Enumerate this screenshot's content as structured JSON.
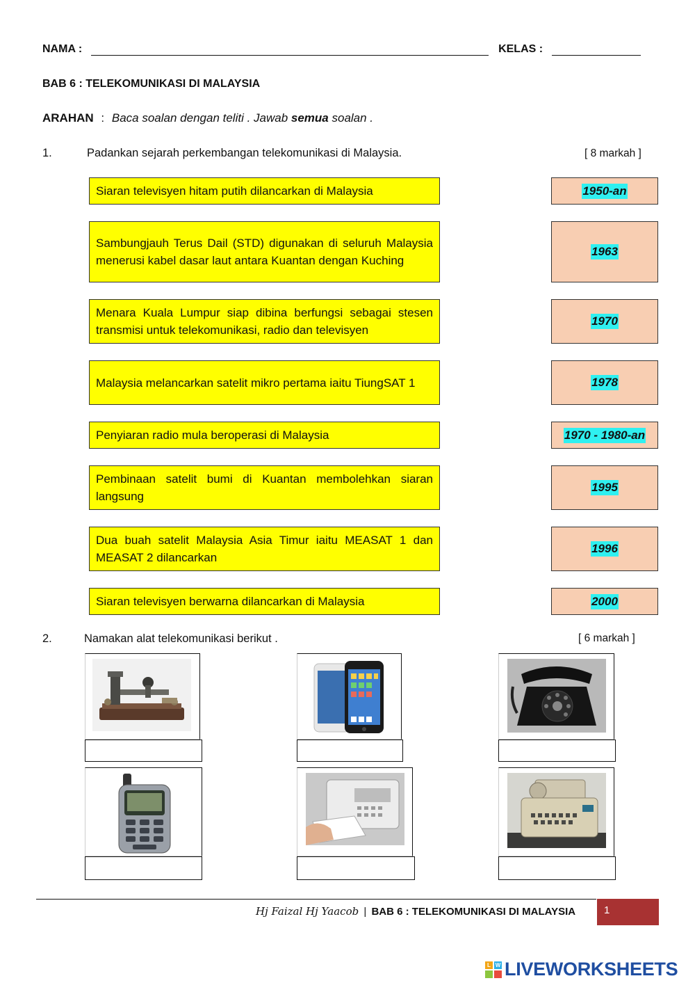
{
  "header": {
    "nama_label": "NAMA  :",
    "kelas_label": "KELAS  :",
    "title": "BAB 6  :  TELEKOMUNIKASI DI MALAYSIA",
    "arahan_label": "ARAHAN",
    "arahan_sep": ":",
    "arahan_text_1": "Baca soalan dengan teliti . Jawab ",
    "arahan_bold": "semua",
    "arahan_text_2": " soalan ."
  },
  "q1": {
    "number": "1.",
    "text": "Padankan sejarah perkembangan telekomunikasi di Malaysia.",
    "marks": "[ 8 markah ]",
    "statements": [
      "Siaran televisyen hitam putih dilancarkan di Malaysia",
      "Sambungjauh Terus Dail (STD) digunakan di seluruh Malaysia menerusi kabel dasar laut antara Kuantan dengan Kuching",
      "Menara Kuala Lumpur siap dibina berfungsi sebagai stesen transmisi untuk telekomunikasi, radio dan televisyen",
      "Malaysia melancarkan satelit mikro pertama iaitu TiungSAT 1",
      "Penyiaran radio mula beroperasi di Malaysia",
      "Pembinaan satelit bumi di Kuantan membolehkan siaran langsung",
      "Dua buah satelit Malaysia Asia Timur iaitu MEASAT 1 dan MEASAT 2 dilancarkan",
      "Siaran televisyen berwarna dilancarkan di Malaysia"
    ],
    "years": [
      "1950-an",
      "1963",
      "1970",
      "1978",
      "1970 - 1980-an",
      "1995",
      "1996",
      "2000"
    ]
  },
  "q2": {
    "number": "2.",
    "text": "Namakan alat telekomunikasi berikut .",
    "marks": "[ 6 markah ]"
  },
  "footer": {
    "author": "Hj Faizal Hj Yaacob",
    "separator": "|",
    "title": "BAB 6  :  TELEKOMUNIKASI DI MALAYSIA",
    "page": "1"
  },
  "watermark": {
    "brand": "LIVEWORKSHEETS",
    "logo_letters": [
      "L",
      "W"
    ]
  },
  "colors": {
    "statement_bg": "#ffff00",
    "year_box_bg": "#f8ceb2",
    "year_highlight": "#2ff0f0",
    "page_tab": "#a83232"
  }
}
